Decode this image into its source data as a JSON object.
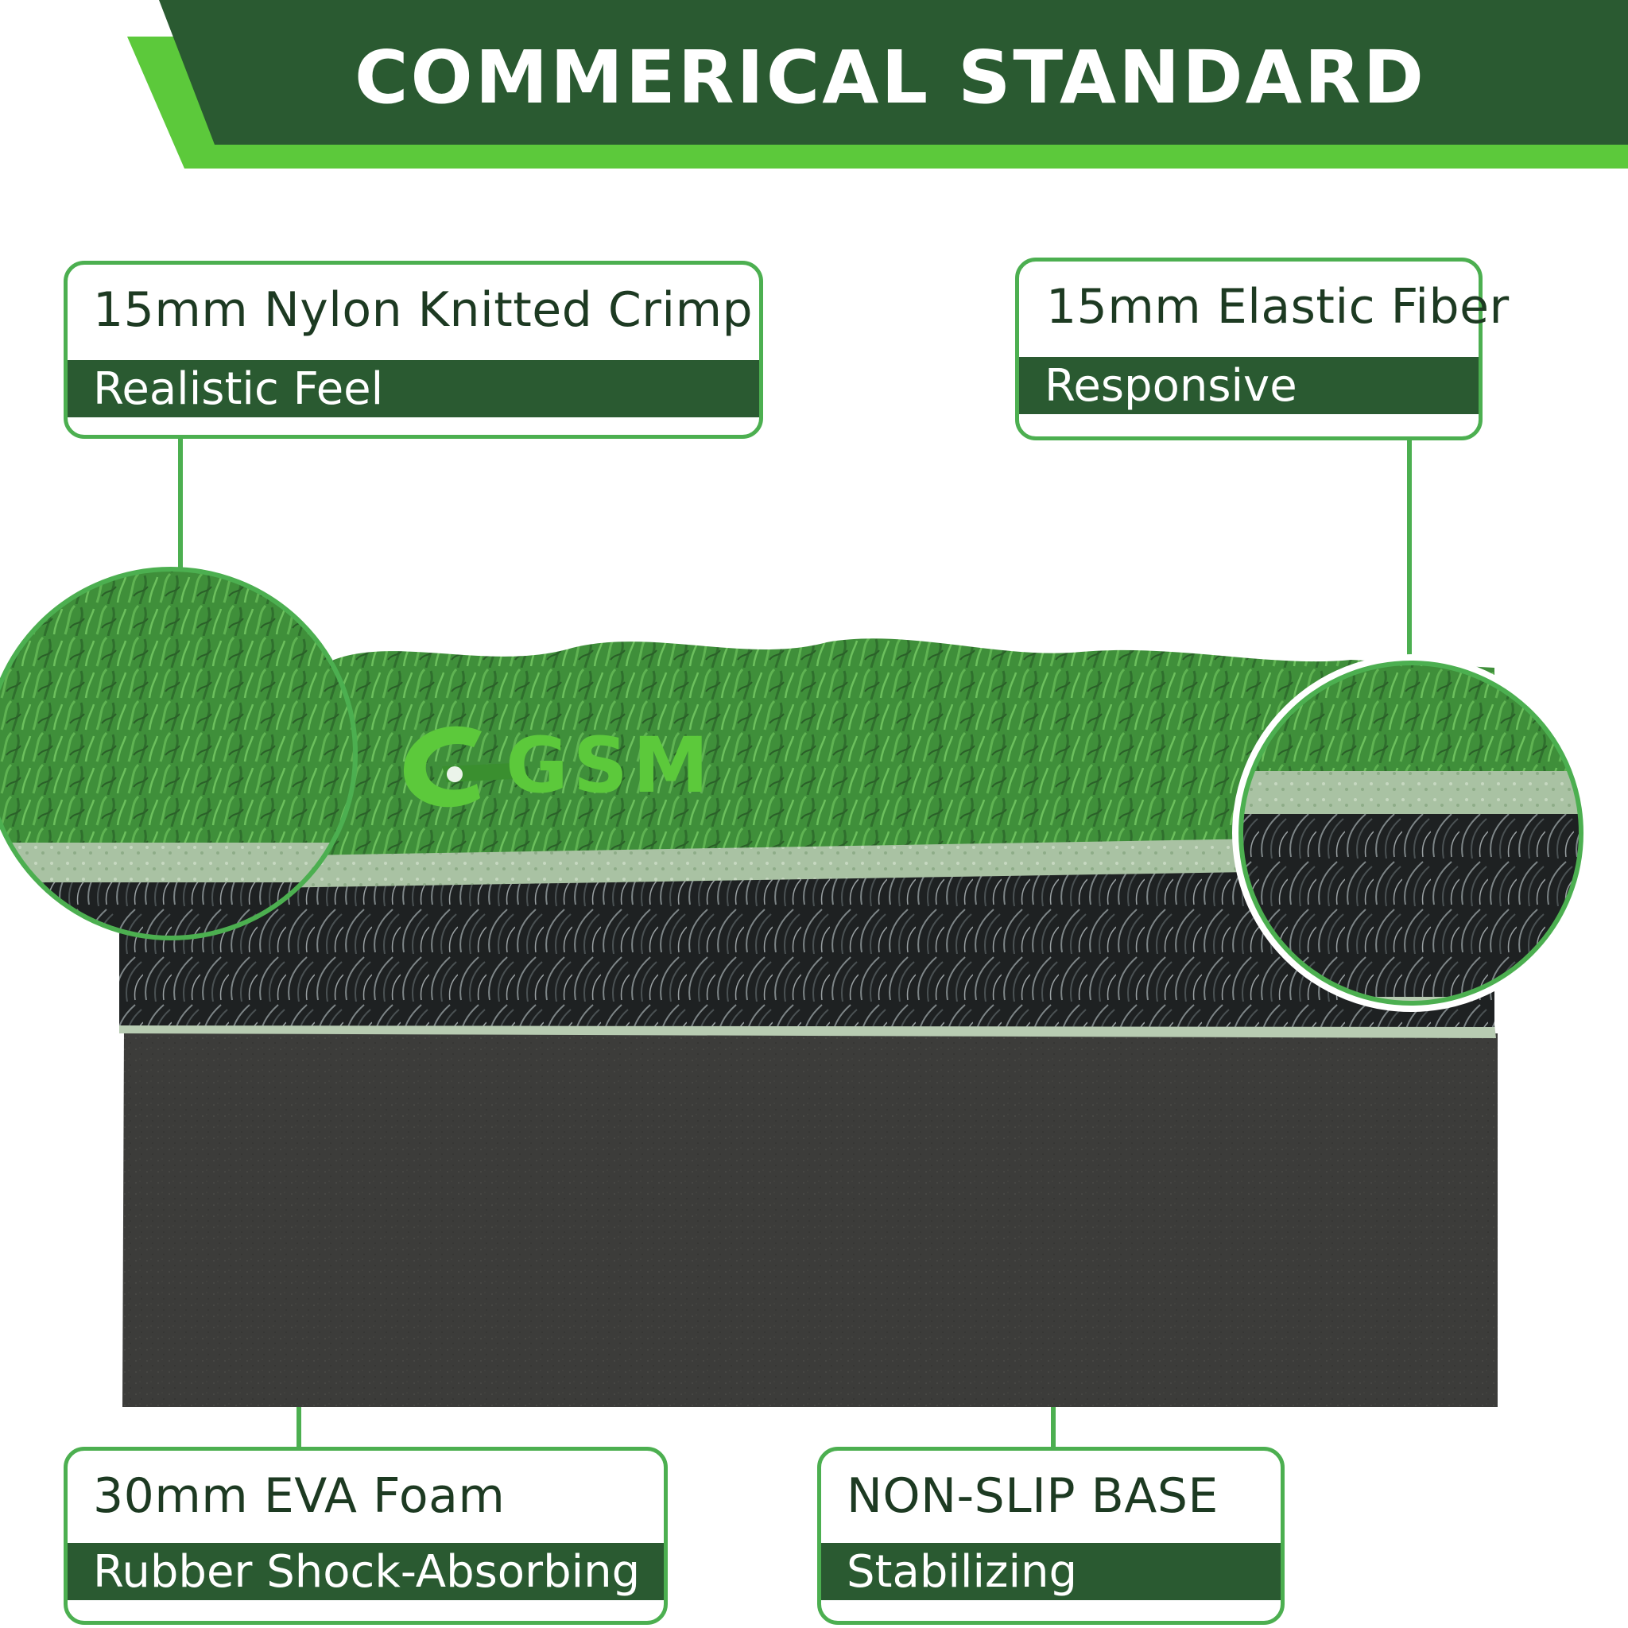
{
  "header": {
    "title": "COMMERICAL STANDARD"
  },
  "colors": {
    "dark_green": "#2a5a31",
    "accent_green": "#4caf50",
    "bright_green": "#5cc93b",
    "text_dark": "#1d3a22",
    "turf_green": "#3f8f3a",
    "foam_gray": "#3c3c3a",
    "fiber_black": "#1e2122"
  },
  "logo": {
    "icon": "gsm-swoosh-logo-icon",
    "text": "GSM"
  },
  "callouts": {
    "nylon": {
      "title": "15mm Nylon Knitted Crimp",
      "subtitle": "Realistic Feel"
    },
    "elastic": {
      "title": "15mm Elastic Fiber",
      "subtitle": "Responsive"
    },
    "eva": {
      "title": "30mm EVA Foam",
      "subtitle": "Rubber Shock-Absorbing"
    },
    "base": {
      "title": "NON-SLIP BASE",
      "subtitle": "Stabilizing"
    }
  }
}
